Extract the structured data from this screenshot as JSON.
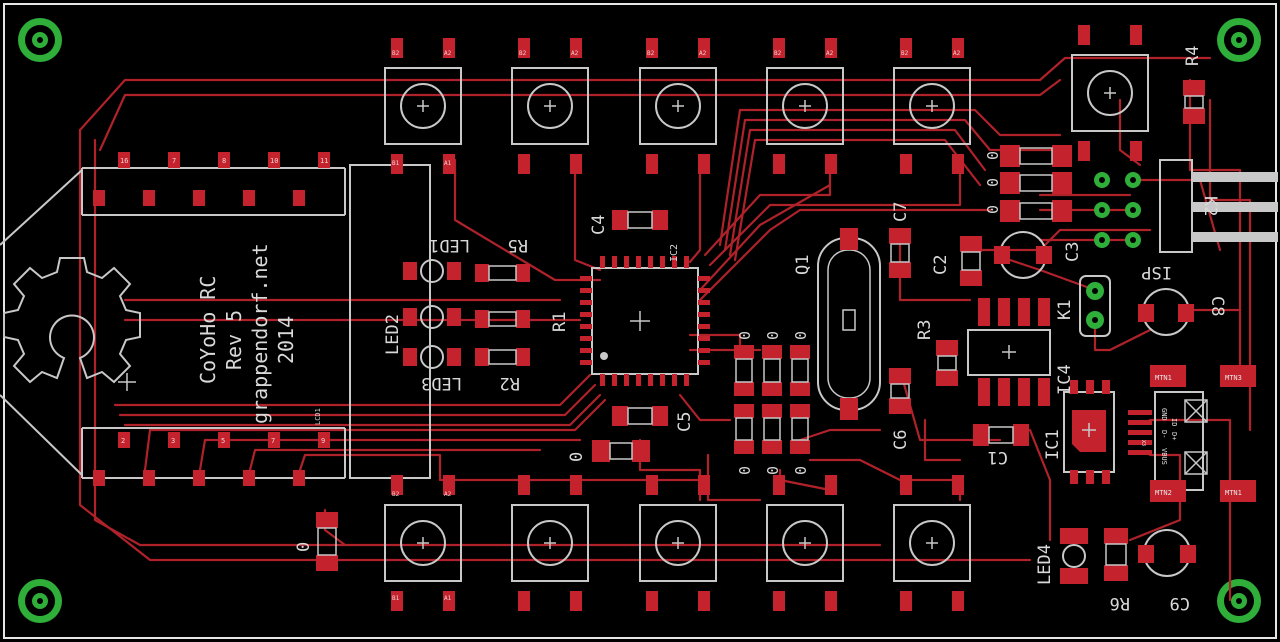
{
  "board": {
    "title_lines": [
      "CoYoHo RC",
      "Rev 5",
      "grappendorf.net",
      "2014"
    ],
    "colors": {
      "background": "#000000",
      "copper": "#b0222a",
      "pad": "#c4232e",
      "silk": "#c8c8c8",
      "via": "#2fae3a",
      "outline": "#e6e6e6"
    }
  },
  "labels": {
    "led1": "LED1",
    "led2": "LED2",
    "led3": "LED3",
    "led4": "LED4",
    "r1": "R1",
    "r2": "R2",
    "r3": "R3",
    "r4": "R4",
    "r5": "R5",
    "r6": "R6",
    "c1": "C1",
    "c2": "C2",
    "c3": "C3",
    "c4": "C4",
    "c5": "C5",
    "c6": "C6",
    "c7": "C7",
    "c8": "C8",
    "c9": "C9",
    "q1": "Q1",
    "ic1": "IC1",
    "ic2": "IC2",
    "ic4": "IC4",
    "k1": "K1",
    "k2": "K2",
    "isp": "ISP",
    "zero": "0",
    "btn_pad_b2": "B2",
    "btn_pad_a2": "A2",
    "btn_pad_b1": "B1",
    "btn_pad_a1": "A1",
    "usb_gnd": "GND",
    "usb_id": "ID",
    "usb_dp": "D+",
    "usb_dm": "D-",
    "usb_vbus": "VBUS",
    "mtn1": "MTN1",
    "mtn2": "MTN2",
    "mtn3": "MTN3",
    "x3": "X3",
    "lcd_pins_top": [
      "16",
      "7",
      "8",
      "10",
      "11"
    ],
    "lcd_pins_bottom": [
      "2",
      "3",
      "5",
      "7",
      "9"
    ],
    "lcd_tiny": "LCD1"
  }
}
